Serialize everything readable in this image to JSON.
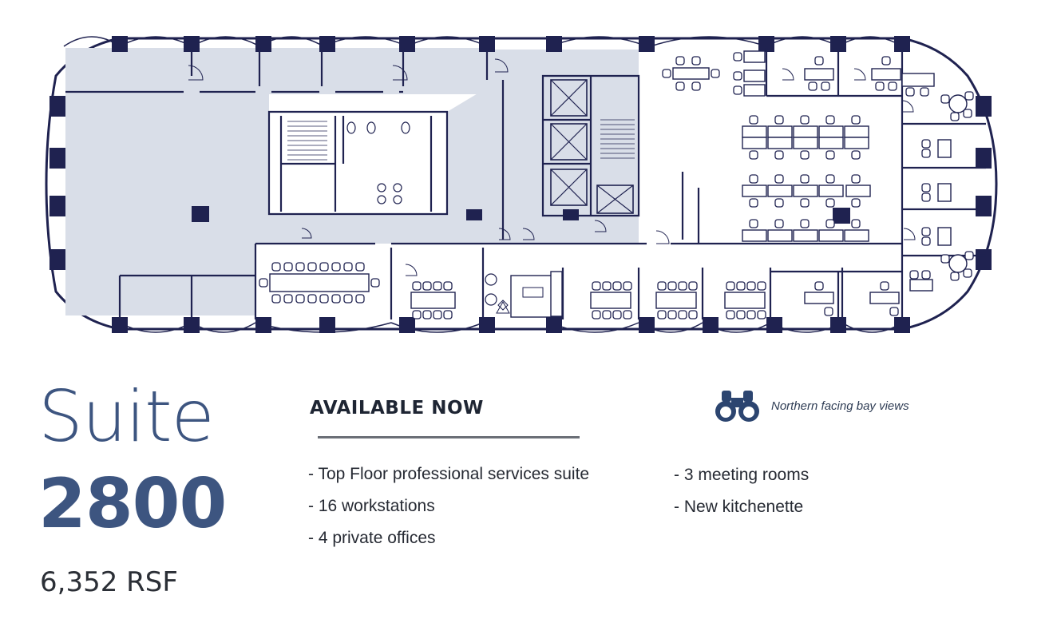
{
  "plan": {
    "colors": {
      "wall": "#1f2250",
      "occupied_area": "#d9dee8",
      "furniture_fill": "#ffffff",
      "background": "#ffffff"
    }
  },
  "suite": {
    "label": "Suite",
    "number": "2800",
    "area": "6,352 RSF",
    "accent_color": "#3d5580"
  },
  "availability": {
    "headline": "AVAILABLE NOW",
    "features_left": [
      "- Top Floor professional services suite",
      "- 16 workstations",
      "- 4 private offices"
    ],
    "features_right": [
      "- 3 meeting rooms",
      "- New kitchenette"
    ]
  },
  "view_note": {
    "icon": "binoculars-icon",
    "text": "Northern facing bay views",
    "icon_color": "#2c4570"
  }
}
